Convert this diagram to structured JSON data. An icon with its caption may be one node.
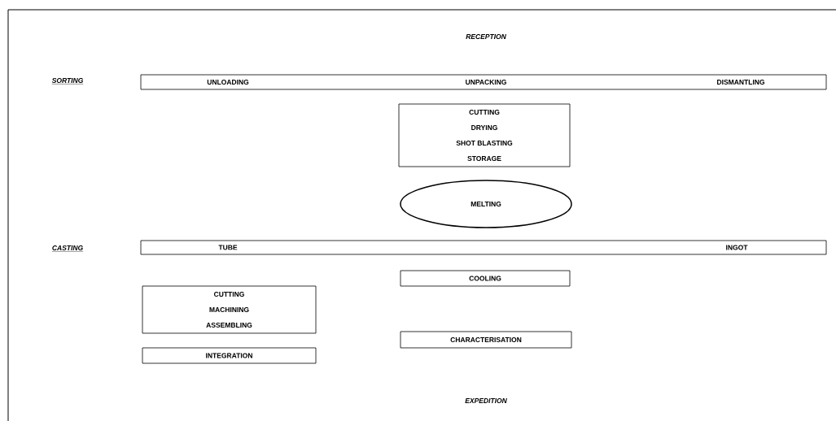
{
  "diagram": {
    "nodes": [
      {
        "text": [
          "UNLOADING",
          "UNPACKING",
          "DISMANTLING"
        ]
      },
      {
        "text": [
          "CUTTING",
          "DRYING",
          "SHOT BLASTING",
          "STORAGE"
        ]
      },
      {
        "text": [
          "MELTING"
        ]
      },
      {
        "text": [
          "TUBE",
          "INGOT"
        ]
      },
      {
        "text": [
          "COOLING"
        ]
      },
      {
        "text": [
          "CUTTING",
          "MACHINING",
          "ASSEMBLING"
        ]
      },
      {
        "text": [
          "CHARACTERISATION"
        ]
      },
      {
        "text": [
          "INTEGRATION"
        ]
      }
    ],
    "labels": [
      "RECEPTION",
      "SORTING",
      "CASTING",
      "EXPEDITION"
    ]
  }
}
